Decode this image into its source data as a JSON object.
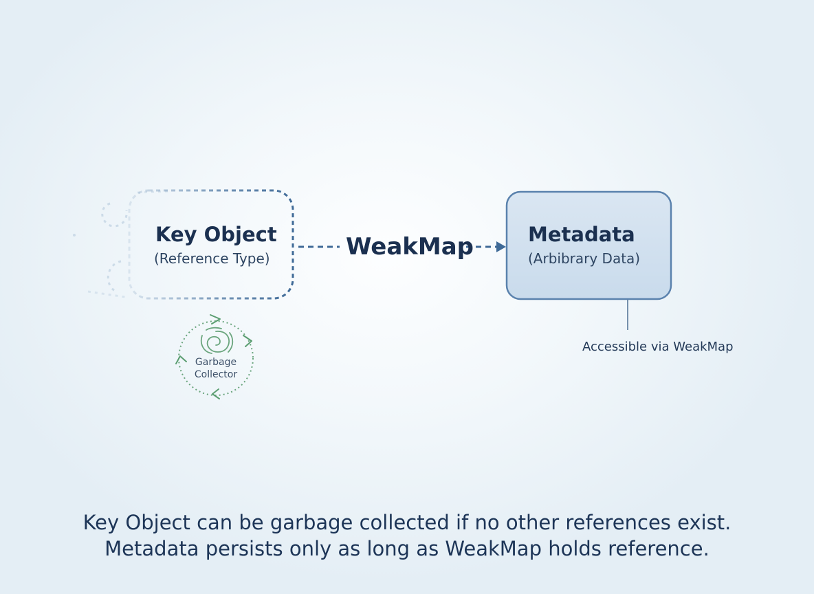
{
  "diagram": {
    "key_object": {
      "title": "Key Object",
      "subtitle": "(Reference Type)"
    },
    "connector": {
      "label": "WeakMap"
    },
    "metadata": {
      "title": "Metadata",
      "subtitle": "(Arbibrary Data)"
    },
    "accessible_note": "Accessible via WeakMap",
    "garbage_collector": {
      "line1": "Garbage",
      "line2": "Collector",
      "icon": "recycle-cycle-icon"
    }
  },
  "caption": {
    "line1": "Key Object can be garbage collected if no other references exist.",
    "line2": "Metadata persists only as long as WeakMap holds reference."
  },
  "colors": {
    "dark_text": "#1b3050",
    "box_stroke": "#5a82ad",
    "box_fill": "#d3e1ef",
    "dashed_stroke": "#3f6a97",
    "gc_green": "#5a9d70"
  }
}
